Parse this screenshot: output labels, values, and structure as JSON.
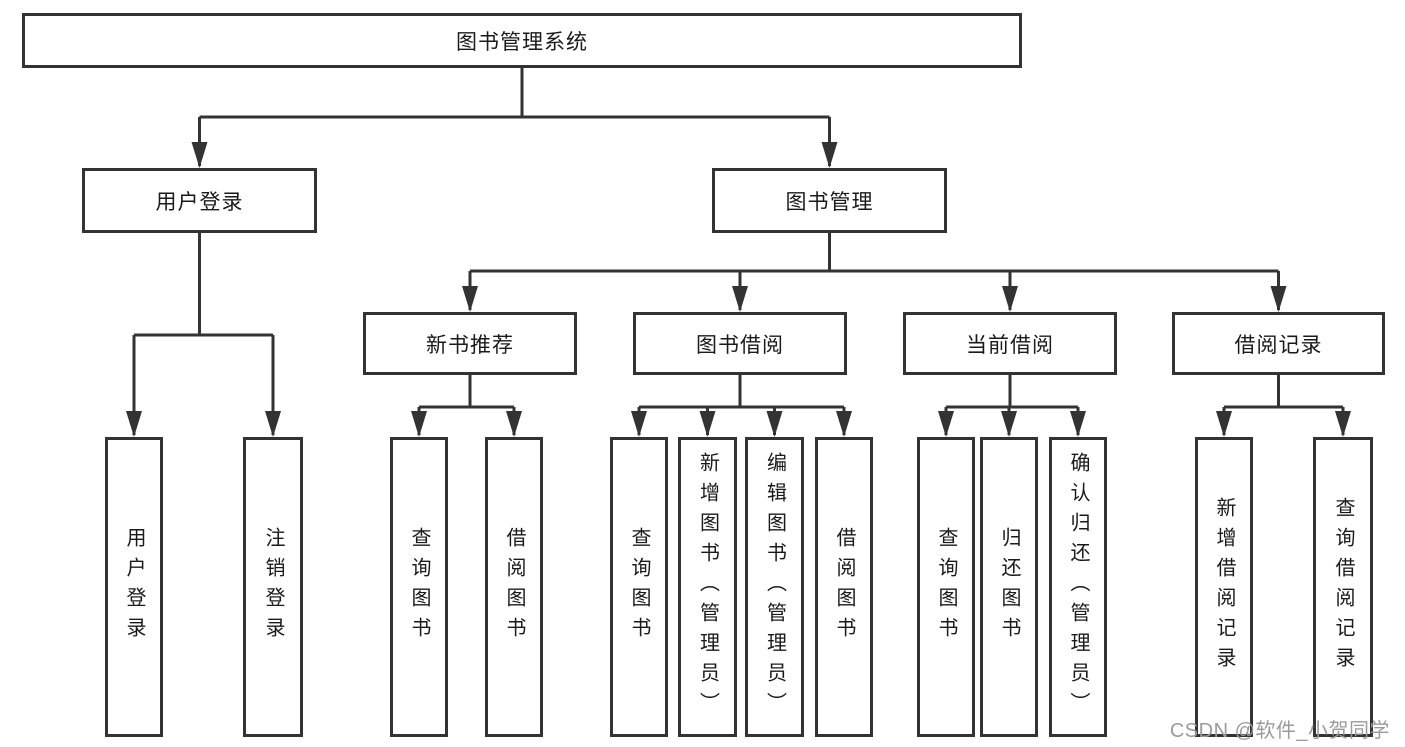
{
  "diagram": {
    "type": "hierarchy-tree",
    "colors": {
      "line": "#333333",
      "box_border": "#333333",
      "box_background": "#ffffff",
      "text": "#1a1a1a",
      "watermark": "#9b9b9b"
    },
    "tree": {
      "label": "图书管理系统",
      "children": [
        {
          "label": "用户登录",
          "children": [
            {
              "label": "用户登录"
            },
            {
              "label": "注销登录"
            }
          ]
        },
        {
          "label": "图书管理",
          "children": [
            {
              "label": "新书推荐",
              "children": [
                {
                  "label": "查询图书"
                },
                {
                  "label": "借阅图书"
                }
              ]
            },
            {
              "label": "图书借阅",
              "children": [
                {
                  "label": "查询图书"
                },
                {
                  "label": "新增图书（管理员）"
                },
                {
                  "label": "编辑图书（管理员）"
                },
                {
                  "label": "借阅图书"
                }
              ]
            },
            {
              "label": "当前借阅",
              "children": [
                {
                  "label": "查询图书"
                },
                {
                  "label": "归还图书"
                },
                {
                  "label": "确认归还（管理员）"
                }
              ]
            },
            {
              "label": "借阅记录",
              "children": [
                {
                  "label": "新增借阅记录"
                },
                {
                  "label": "查询借阅记录"
                }
              ]
            }
          ]
        }
      ]
    },
    "watermark": {
      "text": "CSDN @软件_小贺同学"
    }
  }
}
